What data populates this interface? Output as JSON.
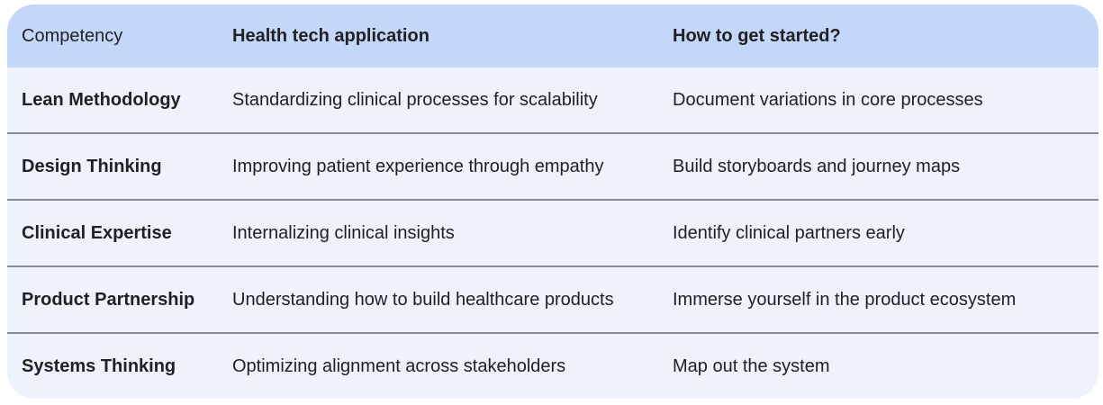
{
  "colors": {
    "header_bg": "#c3d7fb",
    "row_bg": "#edf2fd",
    "divider": "#878c96",
    "text": "#212121"
  },
  "table": {
    "columns": {
      "competency": "Competency",
      "application": "Health tech application",
      "get_started": "How to get started?"
    },
    "rows": [
      {
        "competency": "Lean Methodology",
        "application": "Standardizing clinical processes for scalability",
        "get_started": "Document variations in core processes"
      },
      {
        "competency": "Design Thinking",
        "application": "Improving patient experience through empathy",
        "get_started": "Build storyboards and journey maps"
      },
      {
        "competency": "Clinical Expertise",
        "application": "Internalizing clinical insights",
        "get_started": "Identify clinical partners early"
      },
      {
        "competency": "Product Partnership",
        "application": "Understanding how to build healthcare products",
        "get_started": "Immerse yourself in the product ecosystem"
      },
      {
        "competency": "Systems Thinking",
        "application": "Optimizing alignment across stakeholders",
        "get_started": "Map out the system"
      }
    ]
  }
}
